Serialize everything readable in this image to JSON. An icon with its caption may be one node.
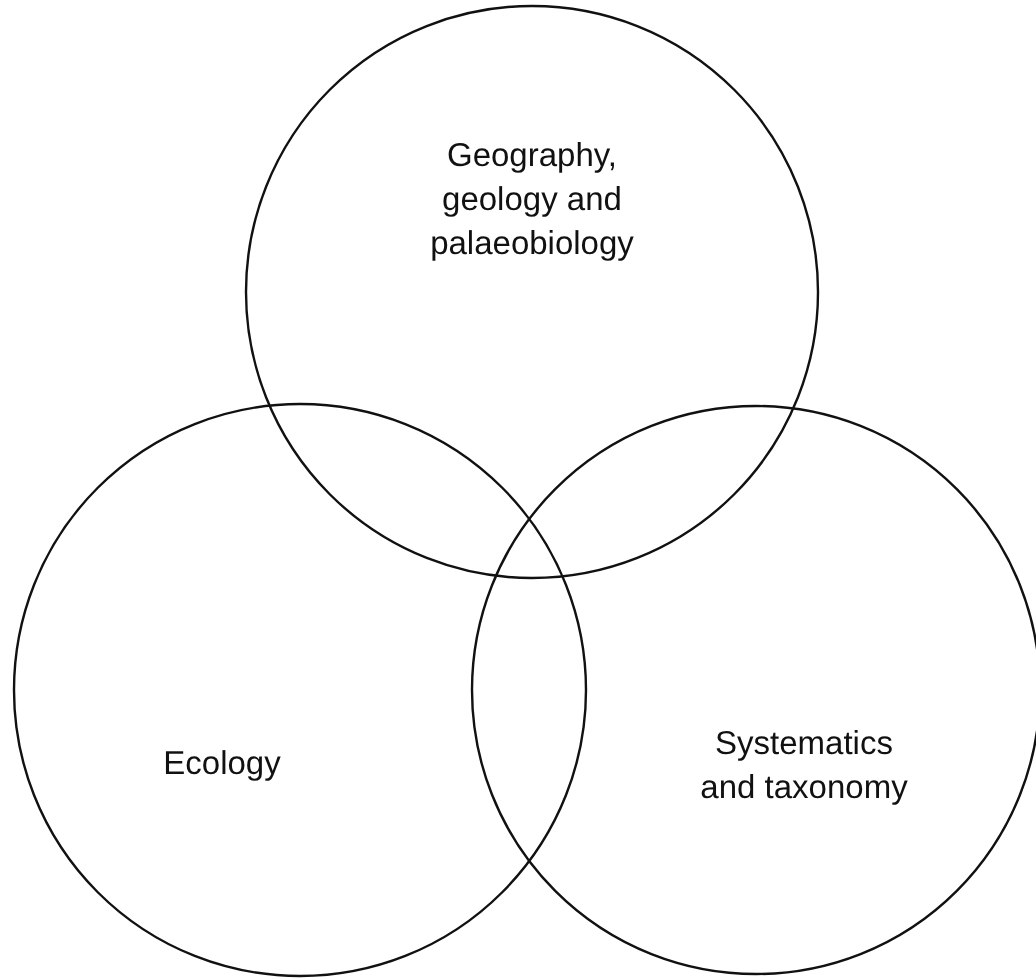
{
  "diagram": {
    "nodes": [
      {
        "text": [
          "Geography, geology and palaeobiology"
        ]
      },
      {
        "text": [
          "Ecology"
        ]
      },
      {
        "text": [
          "Systematics and taxonomy"
        ]
      }
    ]
  }
}
